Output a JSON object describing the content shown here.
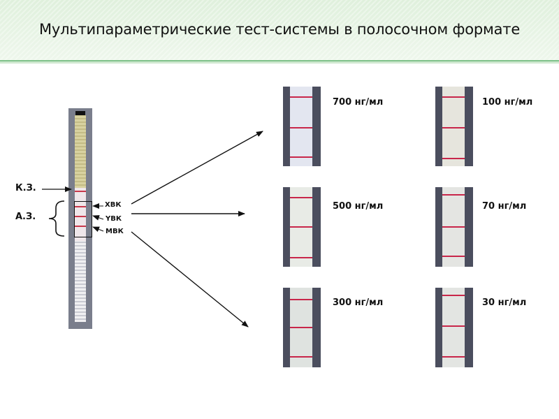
{
  "slide": {
    "title": "Мультипараметрические тест-системы в полосочном формате"
  },
  "strip_labels": {
    "control_zone": "К.З.",
    "analytical_zone": "А.З.",
    "line_1": "ХВК",
    "line_2": "ҮВК",
    "line_3": "МВК"
  },
  "concentrations": [
    "700 нг/мл",
    "500 нг/мл",
    "300 нг/мл",
    "100 нг/мл",
    "70 нг/мл",
    "30 нг/мл"
  ],
  "colors": {
    "header_border": "#7fc28a",
    "test_line": "#c8264a"
  }
}
